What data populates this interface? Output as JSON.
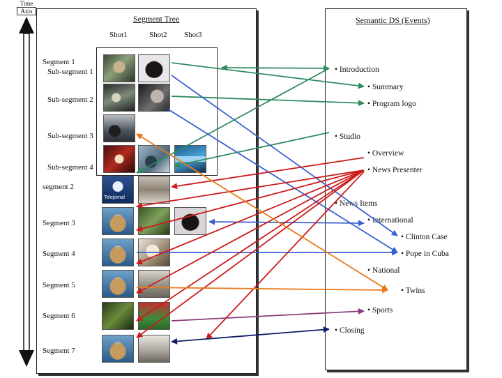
{
  "time_axis": {
    "label_line1": "Time",
    "label_line2": "Axis"
  },
  "segment_tree": {
    "title": "Segment Tree",
    "columns": [
      "Shot1",
      "Shot2",
      "Shot3"
    ],
    "rows": [
      {
        "label": "Segment 1",
        "indent": false
      },
      {
        "label": "Sub-segment 1",
        "indent": true
      },
      {
        "label": "Sub-segment 2",
        "indent": true
      },
      {
        "label": "Sub-segment 3",
        "indent": true
      },
      {
        "label": "Sub-segment 4",
        "indent": true
      },
      {
        "label": "segment 2",
        "indent": false
      },
      {
        "label": "Segment 3",
        "indent": false
      },
      {
        "label": "Segment 4",
        "indent": false
      },
      {
        "label": "Segment 5",
        "indent": false
      },
      {
        "label": "Segment 6",
        "indent": false
      },
      {
        "label": "Segment 7",
        "indent": false
      }
    ],
    "thumbnail_logo_text": "Telejornal"
  },
  "semantic_ds": {
    "title": "Semantic DS (Events)",
    "events": [
      {
        "text": "• Introduction",
        "level": 0
      },
      {
        "text": "• Summary",
        "level": 1
      },
      {
        "text": "• Program logo",
        "level": 1
      },
      {
        "text": "• Studio",
        "level": 0
      },
      {
        "text": "• Overview",
        "level": 1
      },
      {
        "text": "• News Presenter",
        "level": 1
      },
      {
        "text": "• News Items",
        "level": 0
      },
      {
        "text": "• International",
        "level": 1
      },
      {
        "text": "• Clinton Case",
        "level": 2
      },
      {
        "text": "• Pope in Cuba",
        "level": 2
      },
      {
        "text": "• National",
        "level": 1
      },
      {
        "text": "• Twins",
        "level": 2
      },
      {
        "text": "• Sports",
        "level": 1
      },
      {
        "text": "• Closing",
        "level": 0
      }
    ]
  },
  "colors": {
    "green": "#2e8b5e",
    "blue": "#3a5fd0",
    "red": "#cc1a1a",
    "orange": "#e87a1a",
    "purple": "#8a3a7a",
    "navy": "#101a6a"
  }
}
